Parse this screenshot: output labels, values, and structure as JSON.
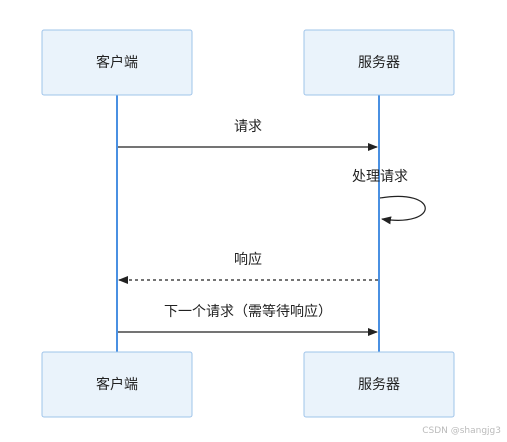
{
  "participants": [
    {
      "id": "client",
      "label": "客户端"
    },
    {
      "id": "server",
      "label": "服务器"
    }
  ],
  "messages": [
    {
      "from": "client",
      "to": "server",
      "label": "请求",
      "style": "solid"
    },
    {
      "from": "server",
      "to": "server",
      "label": "处理请求",
      "style": "self"
    },
    {
      "from": "server",
      "to": "client",
      "label": "响应",
      "style": "dashed"
    },
    {
      "from": "client",
      "to": "server",
      "label": "下一个请求（需等待响应）",
      "style": "solid"
    }
  ],
  "watermark": "CSDN @shangjg3",
  "colors": {
    "box_fill": "#eaf3fb",
    "box_stroke": "#9fc4ea",
    "lifeline": "#4a90e2",
    "arrow": "#222222"
  }
}
